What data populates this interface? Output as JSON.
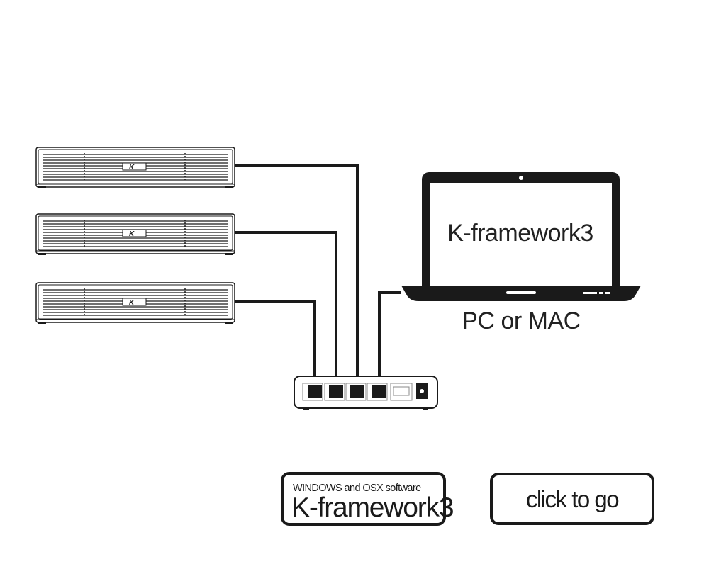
{
  "diagram": {
    "amplifiers": [
      {
        "name": "amplifier-1",
        "logo": "K"
      },
      {
        "name": "amplifier-2",
        "logo": "K"
      },
      {
        "name": "amplifier-3",
        "logo": "K"
      }
    ],
    "switch": {
      "ports_connected": 4,
      "uplink_port": 1,
      "power_port": 1
    },
    "laptop": {
      "screen_text": "K-framework3",
      "caption": "PC or MAC"
    }
  },
  "buttons": {
    "software": {
      "subtitle": "WINDOWS and OSX software",
      "title": "K-framework3"
    },
    "go": {
      "label": "click to go"
    }
  },
  "colors": {
    "stroke": "#1a1a1a",
    "background": "#ffffff"
  }
}
